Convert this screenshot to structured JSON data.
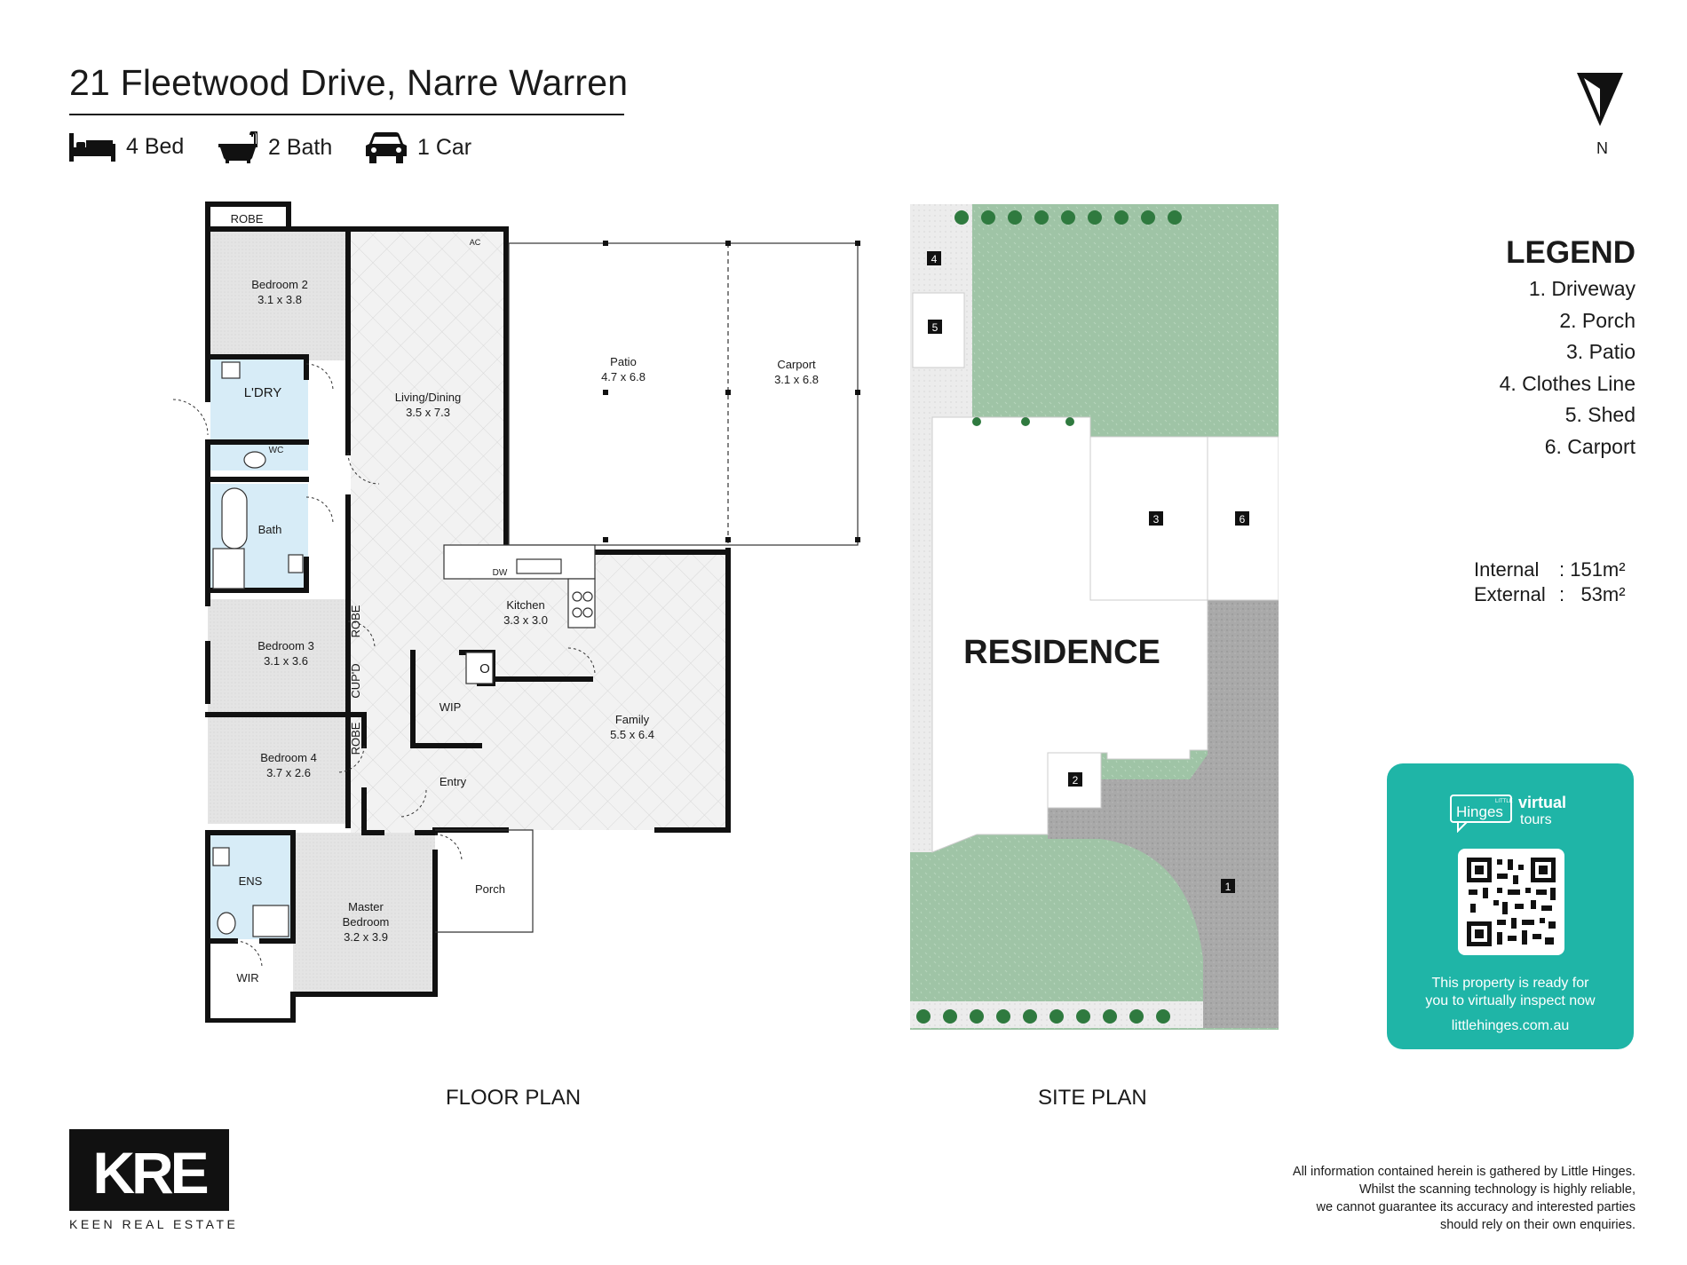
{
  "header": {
    "title": "21 Fleetwood Drive, Narre Warren",
    "features": [
      {
        "icon": "bed-icon",
        "label": "4 Bed"
      },
      {
        "icon": "bath-icon",
        "label": "2 Bath"
      },
      {
        "icon": "car-icon",
        "label": "1 Car"
      }
    ]
  },
  "compass": {
    "label": "N"
  },
  "legend": {
    "title": "LEGEND",
    "items": [
      "1. Driveway",
      "2. Porch",
      "3. Patio",
      "4. Clothes Line",
      "5. Shed",
      "6. Carport"
    ]
  },
  "areas": {
    "internal_label": "Internal",
    "internal_value": ": 151m²",
    "external_label": "External",
    "external_value": ":   53m²"
  },
  "floor_plan": {
    "caption": "FLOOR PLAN",
    "rooms": {
      "robe_top": "ROBE",
      "bedroom2_name": "Bedroom 2",
      "bedroom2_size": "3.1 x 3.8",
      "laundry": "L'DRY",
      "wc": "WC",
      "bath": "Bath",
      "bedroom3_name": "Bedroom 3",
      "bedroom3_size": "3.1 x 3.6",
      "robe_b3": "ROBE",
      "cupd": "CUP'D",
      "robe_b4": "ROBE",
      "bedroom4_name": "Bedroom 4",
      "bedroom4_size": "3.7 x 2.6",
      "ens": "ENS",
      "wir": "WIR",
      "master_name1": "Master",
      "master_name2": "Bedroom",
      "master_size": "3.2 x 3.9",
      "living_name": "Living/Dining",
      "living_size": "3.5 x 7.3",
      "ac": "AC",
      "patio_name": "Patio",
      "patio_size": "4.7 x 6.8",
      "carport_name": "Carport",
      "carport_size": "3.1 x 6.8",
      "dw": "DW",
      "kitchen_name": "Kitchen",
      "kitchen_size": "3.3 x 3.0",
      "oven": "O",
      "wip": "WIP",
      "family_name": "Family",
      "family_size": "5.5 x 6.4",
      "entry": "Entry",
      "porch": "Porch"
    }
  },
  "site_plan": {
    "caption": "SITE PLAN",
    "residence": "RESIDENCE",
    "markers": [
      "1",
      "2",
      "3",
      "4",
      "5",
      "6"
    ]
  },
  "promo": {
    "brand_small": "LITTLE",
    "brand_name": "Hinges",
    "brand_word1": "virtual",
    "brand_word2": "tours",
    "message_line1": "This property is ready for",
    "message_line2": "you to virtually inspect now",
    "url": "littlehinges.com.au"
  },
  "agency": {
    "logo_text": "KRE",
    "name": "KEEN REAL ESTATE"
  },
  "disclaimer": [
    "All information contained herein is gathered by Little Hinges.",
    "Whilst the scanning technology is highly reliable,",
    "we cannot guarantee its accuracy and interested parties",
    "should rely on their own enquiries."
  ],
  "colors": {
    "wall": "#111111",
    "room_fill": "#e6e6e6",
    "wet_fill": "#d7ecf7",
    "lawn": "#9fc4a6",
    "driveway": "#a9a9a9",
    "path": "#e4e4e4",
    "promo_bg": "#1fb5a7"
  }
}
